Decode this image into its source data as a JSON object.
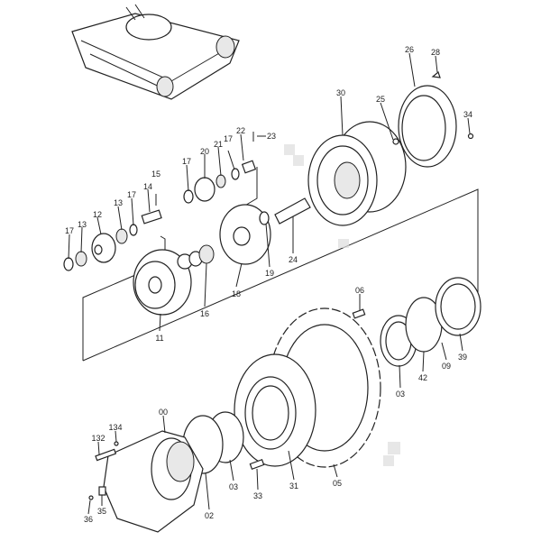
{
  "diagram": {
    "title": "Travel device / final drive exploded parts diagram",
    "labels": {
      "p23": "23",
      "p22": "22",
      "p21": "21",
      "p17a": "17",
      "p20": "20",
      "p17b": "17",
      "p15": "15",
      "p14": "14",
      "p17c": "17",
      "p13a": "13",
      "p12": "12",
      "p13b": "13",
      "p17d": "17",
      "p19": "19",
      "p18": "18",
      "p16": "16",
      "p11": "11",
      "p26": "26",
      "p28": "28",
      "p30": "30",
      "p25": "25",
      "p34": "34",
      "p24": "24",
      "p06": "06",
      "p39": "39",
      "p09": "09",
      "p42": "42",
      "p03a": "03",
      "p00": "00",
      "p134": "134",
      "p132": "132",
      "p02": "02",
      "p03b": "03",
      "p33": "33",
      "p31": "31",
      "p05": "05",
      "p35": "35",
      "p36": "36"
    }
  }
}
